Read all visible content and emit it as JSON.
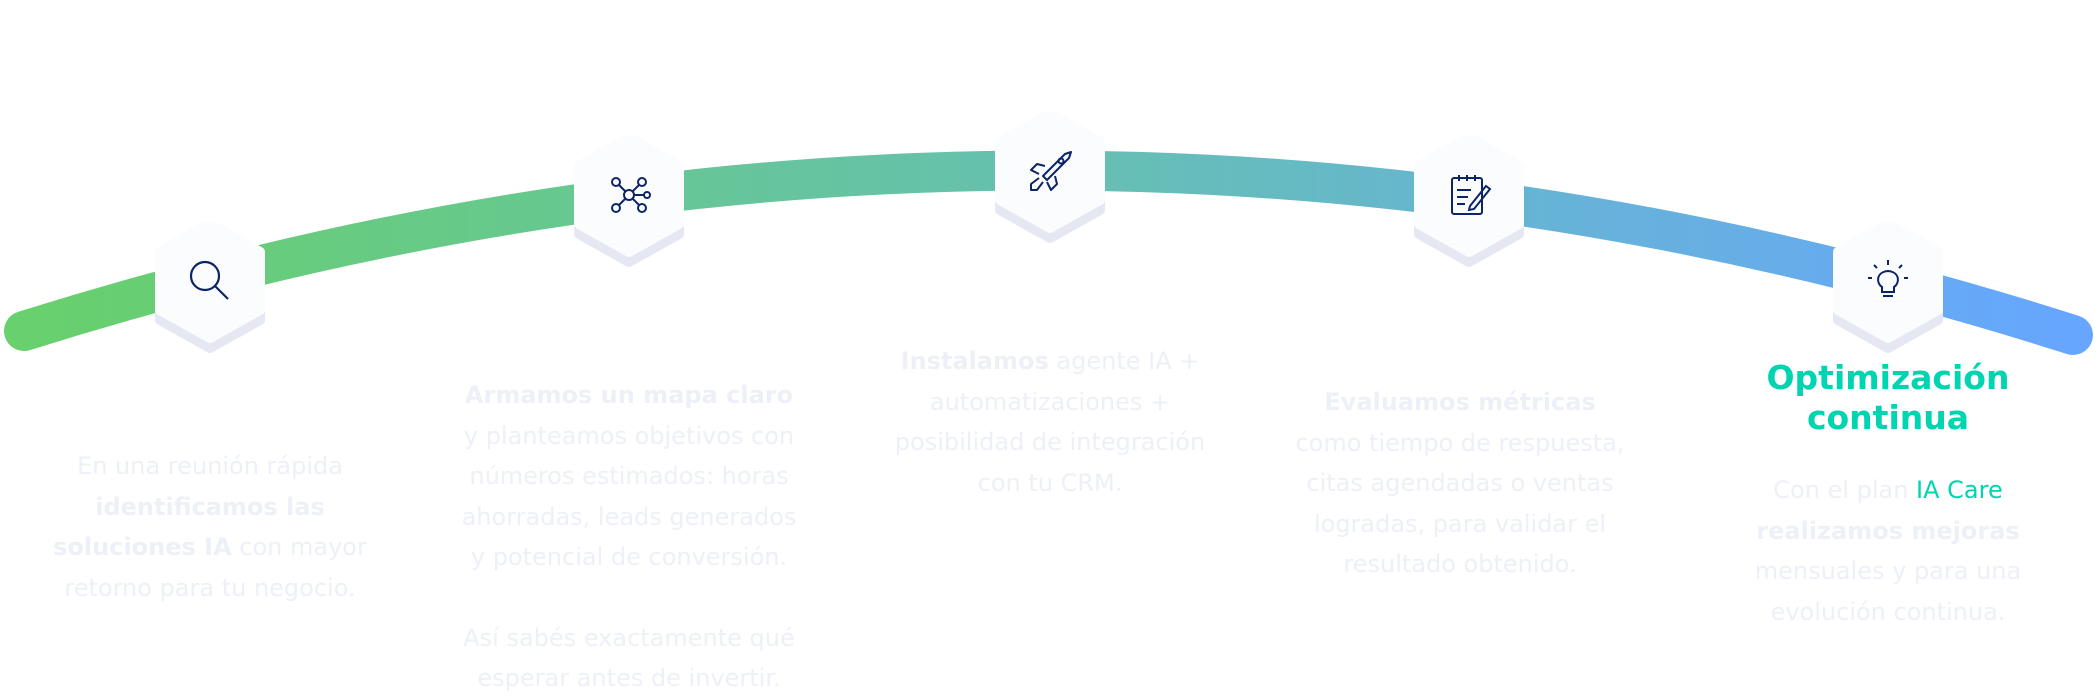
{
  "colors": {
    "gradient_start": "#68d06c",
    "gradient_mid": "#66c0b0",
    "gradient_end": "#66a6ff",
    "accent": "#00d4b0",
    "text": "#eef0f8",
    "icon": "#0d2466"
  },
  "steps": [
    {
      "icon": "search-icon",
      "text": {
        "p1": "En una reunión rápida ",
        "b1": "identificamos las soluciones IA",
        "p2": " con mayor retorno para tu negocio."
      }
    },
    {
      "icon": "network-icon",
      "text": {
        "b1": "Armamos un mapa claro",
        "p1": " y planteamos objetivos con números estimados: horas ahorradas, leads generados y potencial de conversión.",
        "p2": "Así sabés exactamente qué esperar antes de invertir."
      }
    },
    {
      "icon": "rocket-icon",
      "text": {
        "b1": "Instalamos",
        "p1": " agente IA + automatizaciones + posibilidad de integración con tu CRM."
      }
    },
    {
      "icon": "notes-icon",
      "text": {
        "b1": "Evaluamos métricas",
        "p1": " como tiempo de respuesta, citas agendadas o ventas logradas, para validar el resultado obtenido."
      }
    },
    {
      "icon": "lightbulb-icon",
      "title": "Optimización continua",
      "text": {
        "p1": "Con el plan ",
        "a1": "IA Care",
        "b1": "realizamos mejoras",
        "p2": " mensuales y para una evolución continua."
      }
    }
  ]
}
